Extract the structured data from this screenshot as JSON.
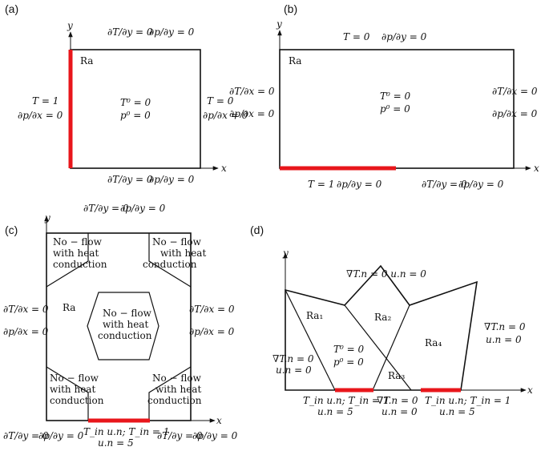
{
  "panel_a": {
    "label": "(a)",
    "y_axis": "y",
    "x_axis": "x",
    "ra": "Ra",
    "top_bc": [
      "∂T/∂y = 0",
      "∂p/∂y = 0"
    ],
    "bottom_bc": [
      "∂T/∂y = 0",
      "∂p/∂y = 0"
    ],
    "left_bc": [
      "T = 1",
      "∂p/∂x = 0"
    ],
    "right_bc": [
      "T = 0",
      "∂p/∂x = 0"
    ],
    "initial": [
      "T⁰ = 0",
      "p⁰ = 0"
    ]
  },
  "panel_b": {
    "label": "(b)",
    "y_axis": "y",
    "x_axis": "x",
    "ra": "Ra",
    "top_bc": [
      "T = 0",
      "∂p/∂y = 0"
    ],
    "left_bc": [
      "∂T/∂x = 0",
      "∂p/∂x = 0"
    ],
    "right_bc": [
      "∂T/∂x = 0",
      "∂p/∂x = 0"
    ],
    "bottom_hot_bc": [
      "T = 1",
      "∂p/∂y = 0"
    ],
    "bottom_rest_bc": [
      "∂T/∂y = 0",
      "∂p/∂y = 0"
    ],
    "initial": [
      "T⁰ = 0",
      "p⁰ = 0"
    ]
  },
  "panel_c": {
    "label": "(c)",
    "y_axis": "y",
    "x_axis": "x",
    "ra": "Ra",
    "top_bc": [
      "∂T/∂y = 0",
      "∂p/∂y = 0"
    ],
    "left_bc": [
      "∂T/∂x = 0",
      "∂p/∂x = 0"
    ],
    "right_bc": [
      "∂T/∂x = 0",
      "∂p/∂x = 0"
    ],
    "bottom_left_bc": [
      "∂T/∂y = 0",
      "∂p/∂y = 0"
    ],
    "bottom_right_bc": [
      "∂T/∂y = 0",
      "∂p/∂y = 0"
    ],
    "inlet_bc": [
      "T_in u.n; T_in = 1",
      "u.n = 5"
    ],
    "obstacle_text": [
      "No − flow",
      "with heat",
      "conduction"
    ]
  },
  "panel_d": {
    "label": "(d)",
    "y_axis": "y",
    "x_axis": "x",
    "top_bc": "∇T.n = 0  u.n = 0",
    "left_bc": [
      "∇T.n = 0",
      "u.n = 0"
    ],
    "right_bc": [
      "∇T.n = 0",
      "u.n = 0"
    ],
    "inlet1_bc": [
      "T_in u.n; T_in = 1",
      "u.n = 5"
    ],
    "mid_bottom_bc": [
      "∇T.n = 0",
      "u.n = 0"
    ],
    "inlet2_bc": [
      "T_in u.n; T_in = 1",
      "u.n = 5"
    ],
    "regions": [
      "Ra₁",
      "Ra₂",
      "Ra₃",
      "Ra₄"
    ],
    "initial": [
      "T⁰ = 0",
      "p⁰ = 0"
    ]
  }
}
